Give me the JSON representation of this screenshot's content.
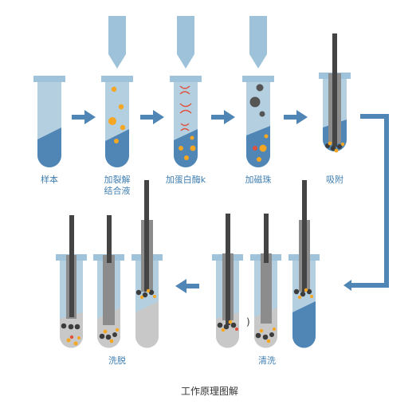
{
  "steps": [
    {
      "label": "样本"
    },
    {
      "label": "加裂解"
    },
    {
      "label": "结合液"
    },
    {
      "label": "加蛋白酶k"
    },
    {
      "label": "加磁珠"
    },
    {
      "label": "吸附"
    },
    {
      "label": "清洗"
    },
    {
      "label": "洗脱"
    }
  ],
  "figure": {
    "caption": "工作原理图解",
    "stray_mark": ")"
  },
  "colors": {
    "tube_glass": "#b4cfe0",
    "tube_cap": "#9fc3da",
    "liquid_blue": "#4f86b6",
    "liquid_gray": "#c8c8c8",
    "arrow": "#4f86b6",
    "rod_dark": "#444444",
    "rod_sheath": "#8c8c8c",
    "pipette": "#9ec2da",
    "bead_dark": "#3c3c3c",
    "bead_orange": "#f5a623",
    "protease_red": "#e0503a",
    "label_text": "#3f7eb0"
  }
}
